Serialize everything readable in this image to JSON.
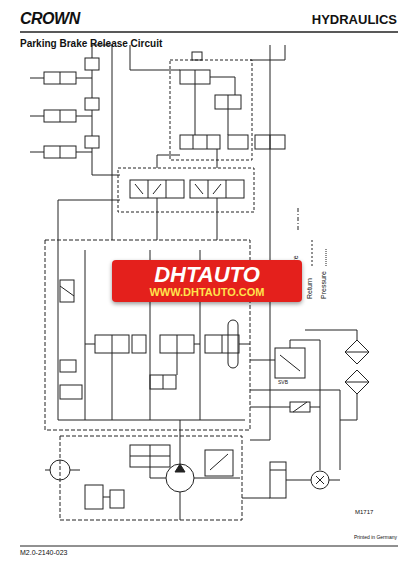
{
  "diagram": {
    "title": "Parking Brake Release Circuit",
    "nodes": [
      {
        "text": [
          "DHTAUTO",
          "WWW.DHTAUTO.COM"
        ]
      }
    ],
    "labels": [
      "CROWN",
      "HYDRAULICS",
      "SVB",
      "M1717",
      "Printed in Germany",
      "M2.0-2140-023"
    ],
    "legend": [
      {
        "text": "Pilot Pressure"
      },
      {
        "text": "Return"
      },
      {
        "text": "Pressure"
      }
    ]
  }
}
